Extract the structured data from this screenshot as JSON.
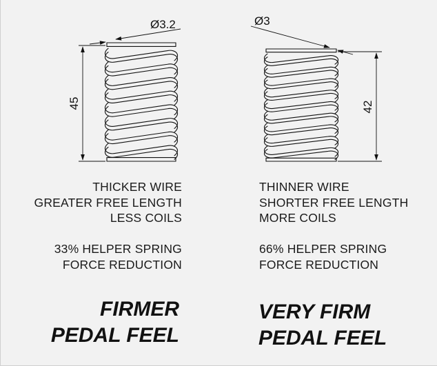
{
  "left_spring": {
    "wire_dimension": "Ø3.2",
    "length_dimension": "45",
    "description_lines": [
      "THICKER WIRE",
      "GREATER FREE LENGTH",
      "LESS COILS"
    ],
    "helper_lines": [
      "33% HELPER SPRING",
      "FORCE REDUCTION"
    ],
    "feel_lines": [
      "FIRMER",
      "PEDAL FEEL"
    ]
  },
  "right_spring": {
    "wire_dimension": "Ø3",
    "length_dimension": "42",
    "description_lines": [
      "THINNER WIRE",
      "SHORTER FREE LENGTH",
      "MORE COILS"
    ],
    "helper_lines": [
      "66% HELPER SPRING",
      "FORCE REDUCTION"
    ],
    "feel_lines": [
      "VERY FIRM",
      "PEDAL FEEL"
    ]
  }
}
